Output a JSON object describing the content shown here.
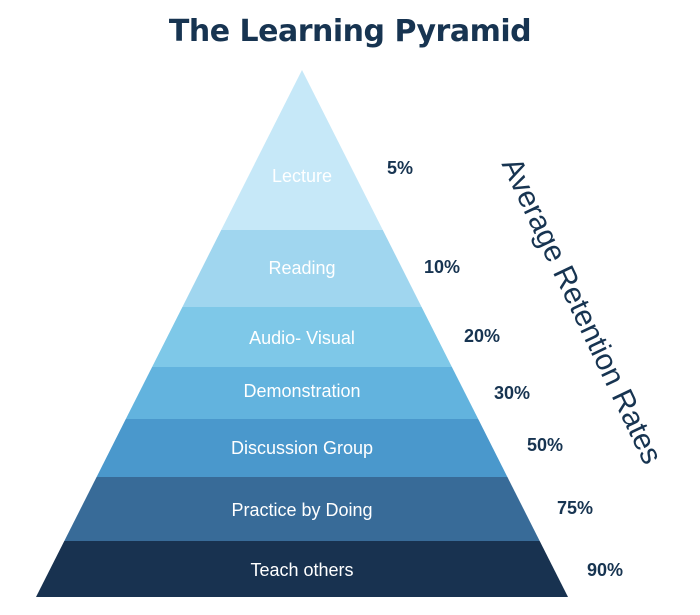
{
  "title": "The Learning Pyramid",
  "side_label": "Average Retention Rates",
  "levels": [
    {
      "label": "Lecture",
      "rate": "5%",
      "color": "#c6e8f8",
      "text_color": "#eef8fd"
    },
    {
      "label": "Reading",
      "rate": "10%",
      "color": "#a0d6ef",
      "text_color": "#ffffff"
    },
    {
      "label": "Audio- Visual",
      "rate": "20%",
      "color": "#7ec8e8",
      "text_color": "#ffffff"
    },
    {
      "label": "Demonstration",
      "rate": "30%",
      "color": "#62b3de",
      "text_color": "#ffffff"
    },
    {
      "label": "Discussion Group",
      "rate": "50%",
      "color": "#4a98cc",
      "text_color": "#ffffff"
    },
    {
      "label": "Practice by Doing",
      "rate": "75%",
      "color": "#386b98",
      "text_color": "#ffffff"
    },
    {
      "label": "Teach others",
      "rate": "90%",
      "color": "#183250",
      "text_color": "#ffffff"
    }
  ]
}
